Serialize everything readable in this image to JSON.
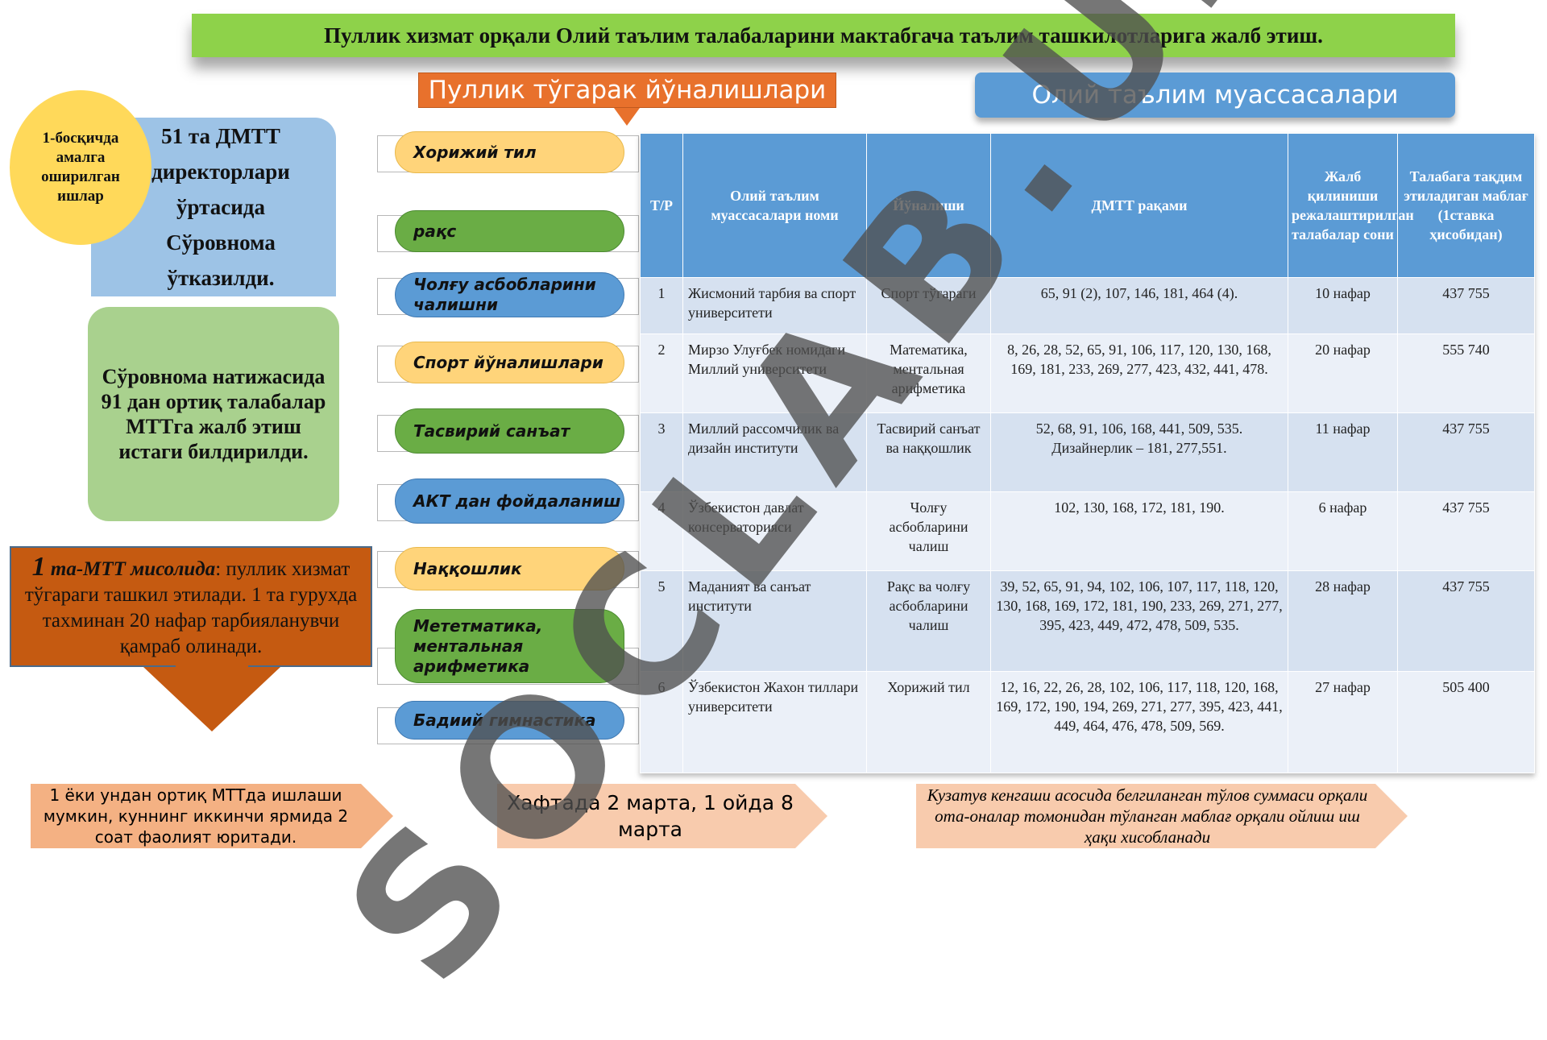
{
  "title": "Пуллик хизмат орқали Олий таълим талабаларини мактабгача таълим ташкилотларига жалб этиш.",
  "clubs_header": "Пуллик тўгарак йўналишлари",
  "institutions_header": "Олий таълим муассасалари",
  "stage_label": "1-босқичда амалга оширилган ишлар",
  "survey_text": "51 та ДМТТ директорлари ўртасида Сўровнома ўтказилди.",
  "survey_lines": [
    "51 та ДМТТ",
    "директорлари",
    "ўртасида",
    "Сўровнома",
    "ўтказилди."
  ],
  "result_text": "Сўровнома натижасида 91 дан ортиқ талабалар МТТга жалб этиш истаги билдирилди.",
  "example": {
    "number": "1",
    "bold_italic": " та-МТТ мисолида",
    "rest": ": пуллик хизмат тўгараги ташкил этилади. 1 та гурухда тахминан 20 нафар тарбияланувчи қамраб олинади."
  },
  "clubs": [
    {
      "label": "Хорижий тил",
      "color": "yellow"
    },
    {
      "label": "рақс",
      "color": "green"
    },
    {
      "label": "Чолғу асбобларини чалишни",
      "color": "blue"
    },
    {
      "label": "Спорт йўналишлари",
      "color": "yellow"
    },
    {
      "label": "Тасвирий санъат",
      "color": "green"
    },
    {
      "label": "АКТ дан фойдаланиш",
      "color": "blue"
    },
    {
      "label": "Наққошлик",
      "color": "yellow"
    },
    {
      "label": "Мететматика, ментальная арифметика",
      "color": "green"
    },
    {
      "label": "Бадиий гимнастика",
      "color": "blue"
    }
  ],
  "table": {
    "headers": [
      "Т/Р",
      "Олий таълим муассасалари номи",
      "Йўналиши",
      "ДМТТ рақами",
      "Жалб қилиниши режалаштирилган талабалар сони",
      "Талабага тақдим этиладиган маблағ (1ставка ҳисобидан)"
    ],
    "rows": [
      [
        "1",
        "Жисмоний тарбия ва спорт университети",
        "Спорт тўгараги",
        "65, 91 (2), 107,  146, 181, 464 (4).",
        "10 нафар",
        "437 755"
      ],
      [
        "2",
        "Мирзо Улуғбек номидаги Миллий университети",
        "Математика, ментальная арифметика",
        "8,  26, 28, 52, 65, 91, 106, 117, 120, 130, 168, 169, 181, 233, 269, 277, 423, 432, 441, 478.",
        "20 нафар",
        "555 740"
      ],
      [
        "3",
        "Миллий рассомчилик ва дизайн институти",
        "Тасвирий санъат ва наққошлик",
        "52, 68, 91, 106, 168, 441, 509, 535. Дизайнерлик – 181, 277,551.",
        "11 нафар",
        "437 755"
      ],
      [
        "4",
        "Ўзбекистон давлат консерваторияси",
        "Чолғу асбобларини чалиш",
        "102, 130, 168, 172, 181, 190.",
        "6 нафар",
        "437 755"
      ],
      [
        "5",
        "Маданият ва санъат институти",
        "Рақс ва чолғу асбобларини чалиш",
        "39, 52, 65, 91, 94, 102, 106, 107, 117, 118, 120, 130, 168, 169, 172, 181, 190, 233, 269, 271, 277, 395, 423, 449, 472, 478, 509, 535.",
        "28 нафар",
        "437 755"
      ],
      [
        "6",
        "Ўзбекистон Жахон тиллари университети",
        "Хорижий тил",
        "12, 16, 22, 26, 28, 102, 106, 117, 118, 120, 168, 169, 172, 190, 194, 269, 271, 277, 395, 423, 441, 449, 464, 476, 478, 509, 569.",
        "27 нафар",
        "505 400"
      ]
    ]
  },
  "bottom": {
    "work_note": "1 ёки ундан ортиқ МТТда ишлаши мумкин, куннинг иккинчи ярмида 2 соат фаолият юритади.",
    "frequency": "Хафтада 2 марта, 1 ойда 8 марта",
    "payment": "Кузатув кенгаши асосида белгиланган тўлов суммаси орқали ота-оналар томонидан тўланган маблағ орқали ойлиш иш ҳақи хисобланади"
  },
  "watermark": "SOCLAB.UZ",
  "colors": {
    "title_bg": "#8ed24a",
    "orange": "#e8712c",
    "blue": "#5b9bd5",
    "yellow": "#ffd47a",
    "green": "#6aad45",
    "rust": "#c55a11"
  }
}
